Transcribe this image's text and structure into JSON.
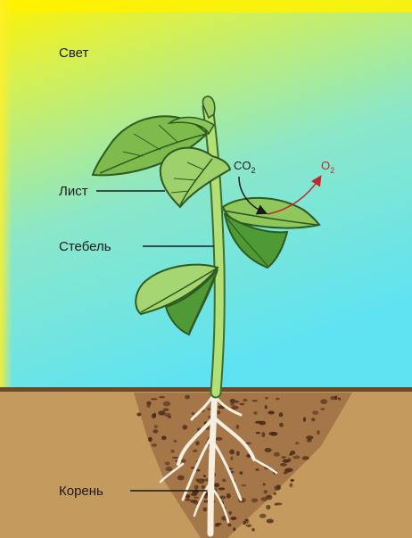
{
  "labels": {
    "light": "Свет",
    "leaf": "Лист",
    "stem": "Стебель",
    "root": "Корень"
  },
  "gases": {
    "co2": "CO",
    "co2_sub": "2",
    "o2": "O",
    "o2_sub": "2"
  },
  "colors": {
    "sky_top": "#fff200",
    "sky_mid": "#c9ee5a",
    "sky_bottom": "#5fe3f2",
    "soil": "#c49a5e",
    "soil_dark": "#5b3520",
    "leaf": "#78b94c",
    "leaf_dark": "#3f7c2d",
    "stem": "#a7d86c",
    "root": "#f4efe0",
    "o2_arrow": "#c0282c"
  }
}
